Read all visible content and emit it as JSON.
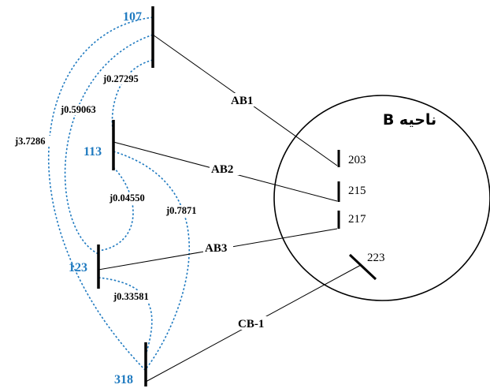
{
  "region": {
    "title": "ناحیه B"
  },
  "buses_external": {
    "b107": "107",
    "b113": "113",
    "b123": "123",
    "b318": "318"
  },
  "buses_region": {
    "b203": "203",
    "b215": "215",
    "b217": "217",
    "b223": "223"
  },
  "tie_lines": {
    "ab1": "AB1",
    "ab2": "AB2",
    "ab3": "AB3",
    "cb1": "CB-1"
  },
  "equivalent_impedances": {
    "z107_113": "j0.27295",
    "z107_123": "j0.59063",
    "z107_318": "j3.7286",
    "z113_123": "j0.04550",
    "z113_318": "j0.7871",
    "z123_318": "j0.33581"
  },
  "colors": {
    "external_bus_label": "#1f7ac0",
    "impedance_line": "#1f7ac0",
    "line": "#000000"
  }
}
